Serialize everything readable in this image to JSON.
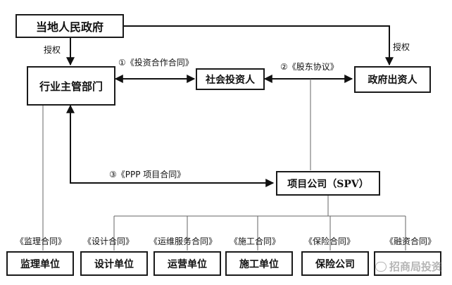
{
  "nodes": {
    "local_gov": "当地人民政府",
    "industry_dept": "行业主管部门",
    "social_investor": "社会投资人",
    "gov_investor": "政府出资人",
    "project_company": "项目公司（SPV）",
    "supervision": "监理单位",
    "design": "设计单位",
    "operation": "运营单位",
    "construction": "施工单位",
    "insurance": "保险公司",
    "financing": ""
  },
  "edge_labels": {
    "authorize_left": "授权",
    "authorize_right": "授权",
    "investment_contract": "①《投资合作合同》",
    "shareholder_agreement": "②《股东协议》",
    "ppp_contract": "③《PPP 项目合同》"
  },
  "contracts": {
    "supervision": "《监理合同》",
    "design": "《设计合同》",
    "operation": "《运维服务合同》",
    "construction": "《施工合同》",
    "insurance": "《保险合同》",
    "financing": "《融资合同》"
  },
  "watermark": "招商局投资"
}
